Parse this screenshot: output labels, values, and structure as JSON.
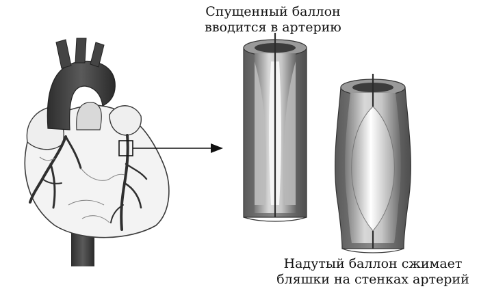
{
  "captions": {
    "deflated": {
      "line1": "Спущенный баллон",
      "line2": "вводится в артерию"
    },
    "inflated": {
      "line1": "Надутый баллон сжимает",
      "line2": "бляшки на стенках артерий"
    }
  },
  "colors": {
    "ink": "#111111",
    "heart_dark": "#3a3a3a",
    "heart_light": "#f2f2f2",
    "vessel_wall": "#6e6e6e",
    "plaque": "#cfcfcf",
    "balloon": "#f7f7f7"
  },
  "icons": {
    "pointer": "arrow-right-icon"
  }
}
